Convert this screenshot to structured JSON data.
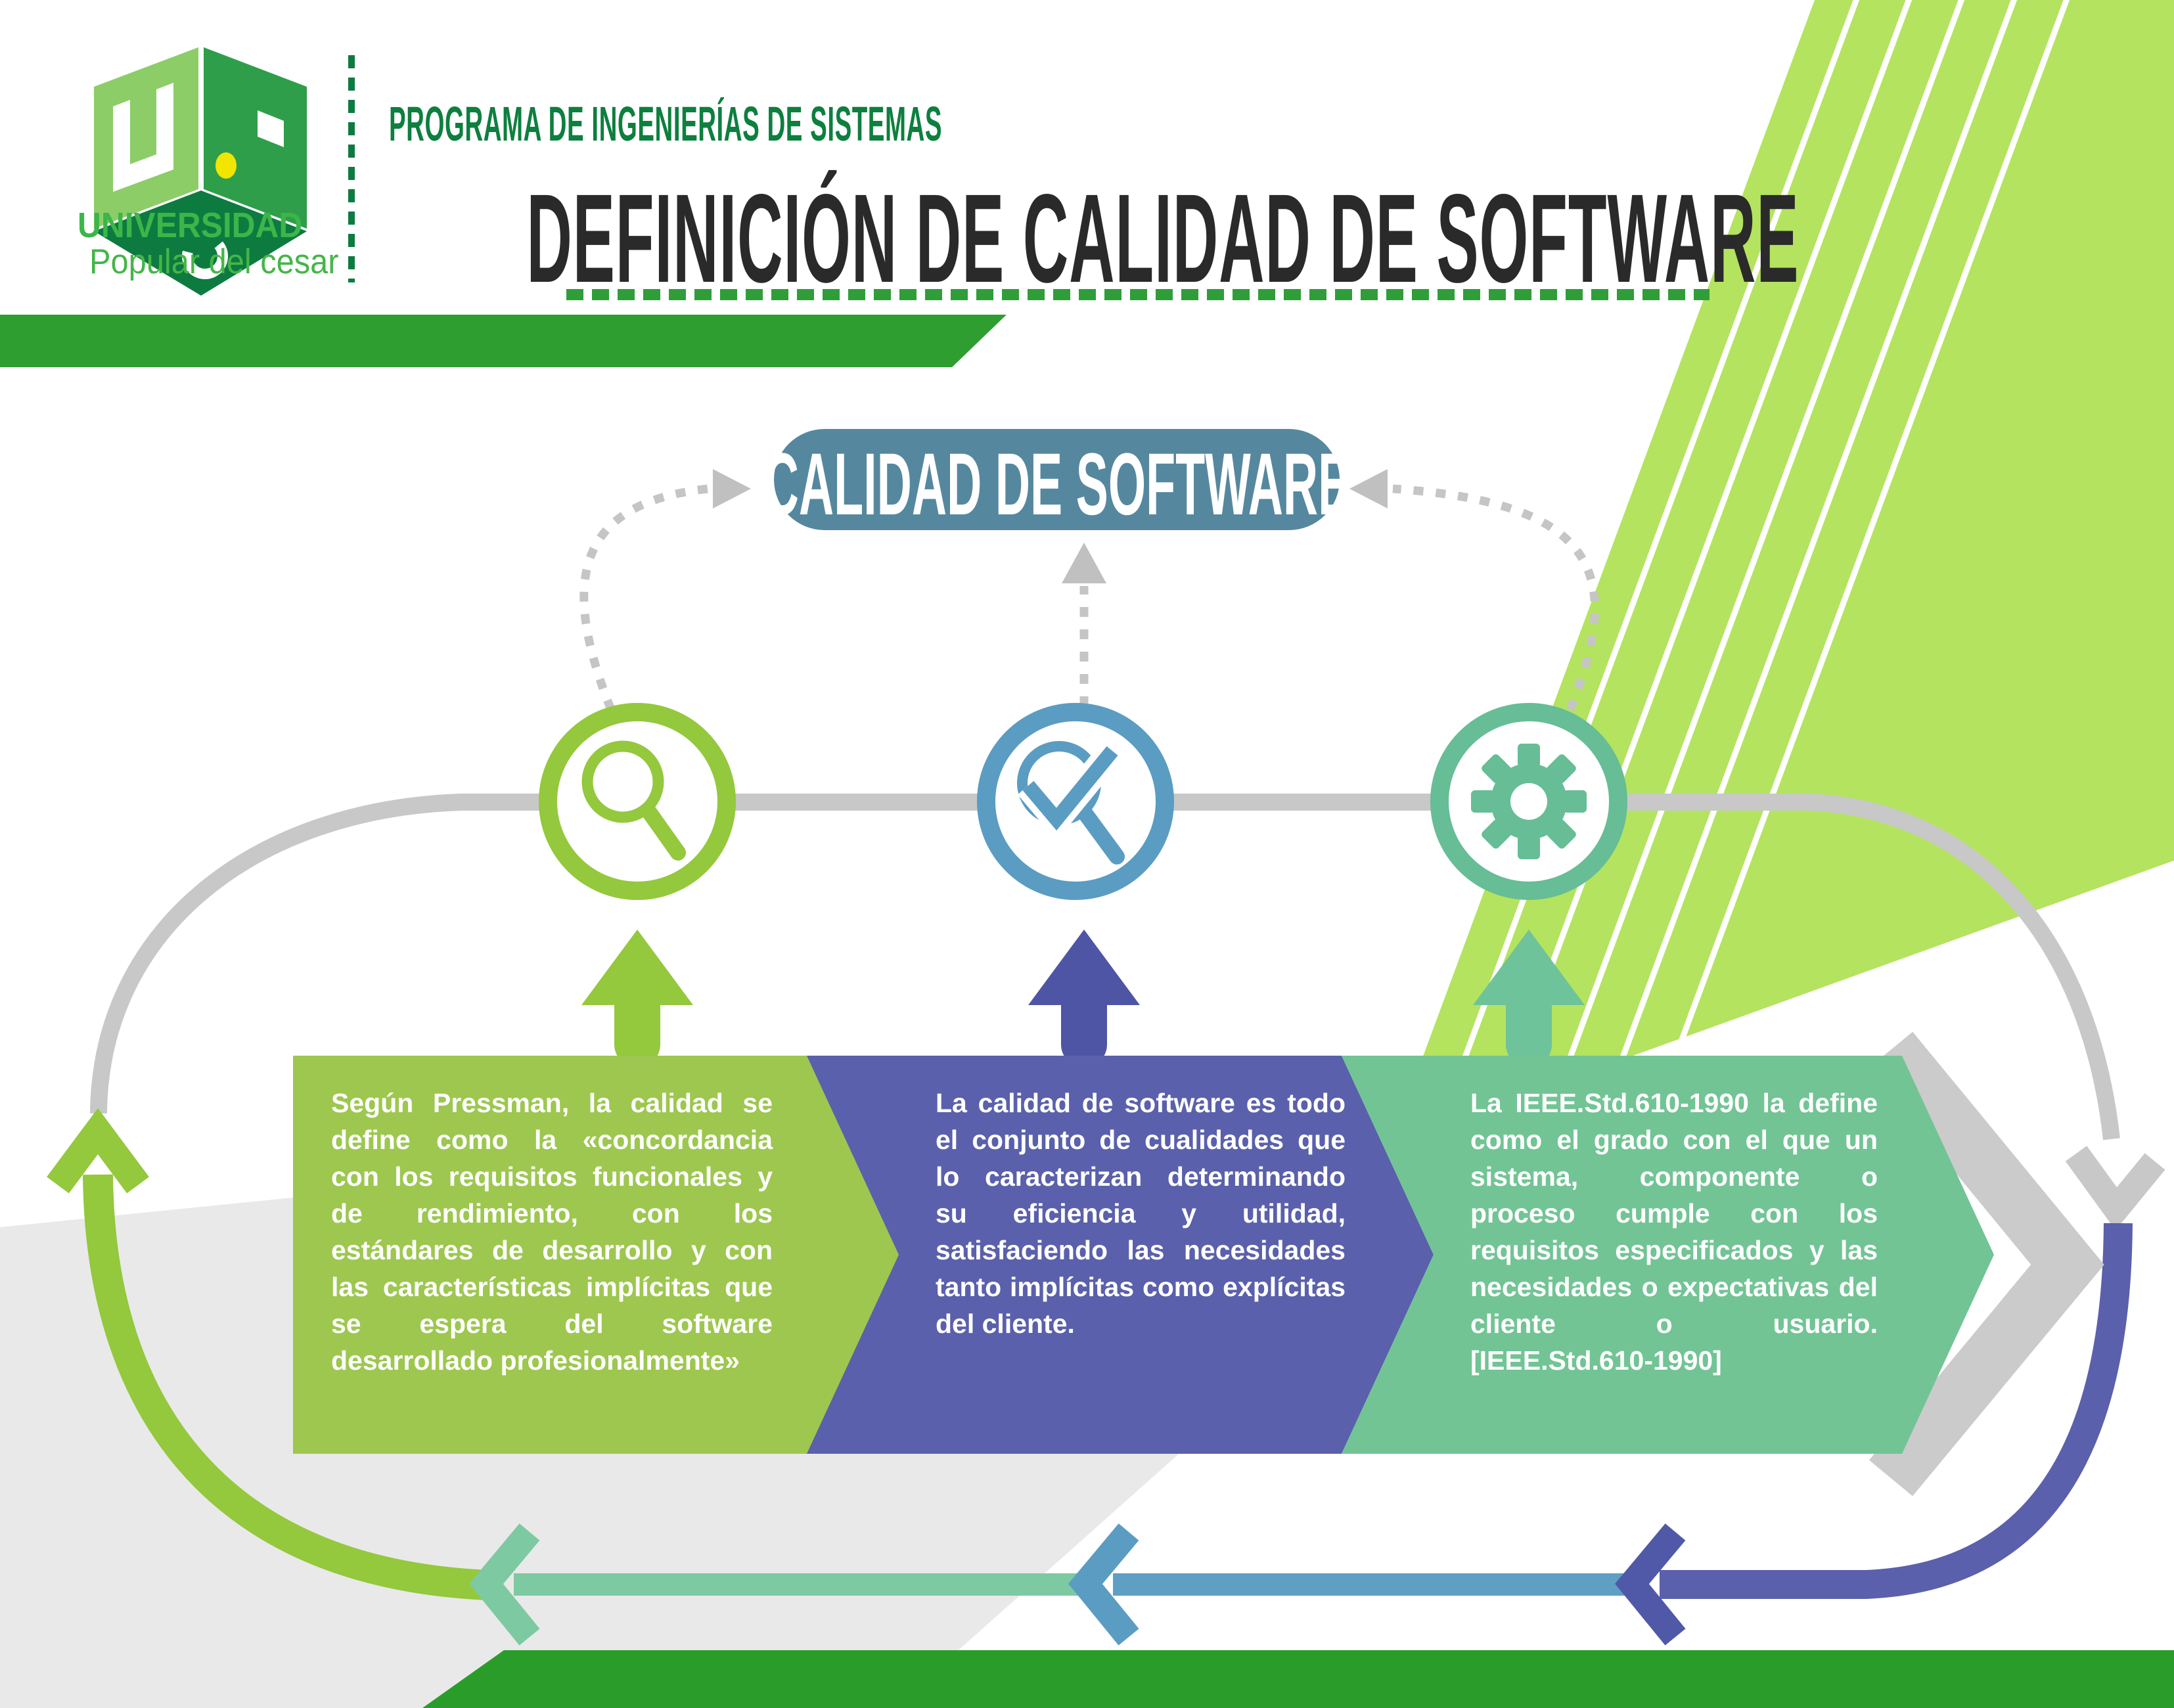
{
  "header": {
    "university_name": "UNIVERSIDAD",
    "university_subtitle": "Popular del cesar",
    "program": "PROGRAMA DE INGENIERÍAS DE SISTEMAS",
    "title": "DEFINICIÓN DE CALIDAD DE SOFTWARE"
  },
  "diagram": {
    "center_label": "CALIDAD DE SOFTWARE",
    "nodes": [
      {
        "icon": "magnifier-icon",
        "color": "#94c83d"
      },
      {
        "icon": "check-magnifier-icon",
        "color": "#5b9cc2"
      },
      {
        "icon": "gear-icon",
        "color": "#66bd96"
      }
    ],
    "definitions": [
      {
        "text": "Según Pressman, la calidad se define como  la «concordancia con los requisitos funcionales y de rendimiento, con los estándares de desarrollo y con las características implícitas que se espera del software desarrollado profesionalmente»",
        "color": "#9dc74f"
      },
      {
        "text": "La calidad de software es todo el conjunto de cualidades que lo caracterizan determinando su eficiencia y utilidad, satisfaciendo las necesidades tanto implícitas como explícitas del cliente.",
        "color": "#5a60ab"
      },
      {
        "text": "La IEEE.Std.610-1990 la define como el grado con el que un sistema, componente o proceso cumple con los requisitos especificados y las necesidades o expectativas del cliente o usuario. [IEEE.Std.610-1990]",
        "color": "#72c495"
      }
    ]
  },
  "palette": {
    "accent_dark_green": "#2e9e30",
    "logo_green": "#0d7b40",
    "title_black": "#2a2a2a",
    "pill_blue": "#55889f",
    "loop_gray": "#c8c8c8",
    "background_band_green": "#b4e35f",
    "background_wedge_gray": "#e9e9e9"
  }
}
